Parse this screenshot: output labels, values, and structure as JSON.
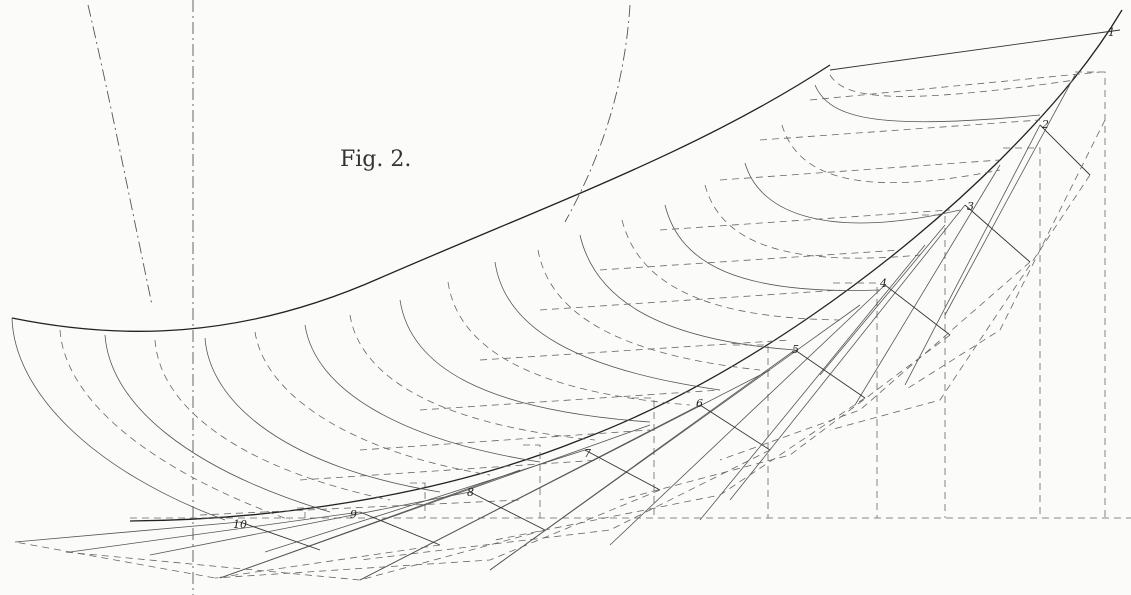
{
  "figure": {
    "title": "Fig. 2."
  },
  "stations": [
    "1",
    "2",
    "3",
    "4",
    "5",
    "6",
    "7",
    "8",
    "9",
    "10"
  ]
}
